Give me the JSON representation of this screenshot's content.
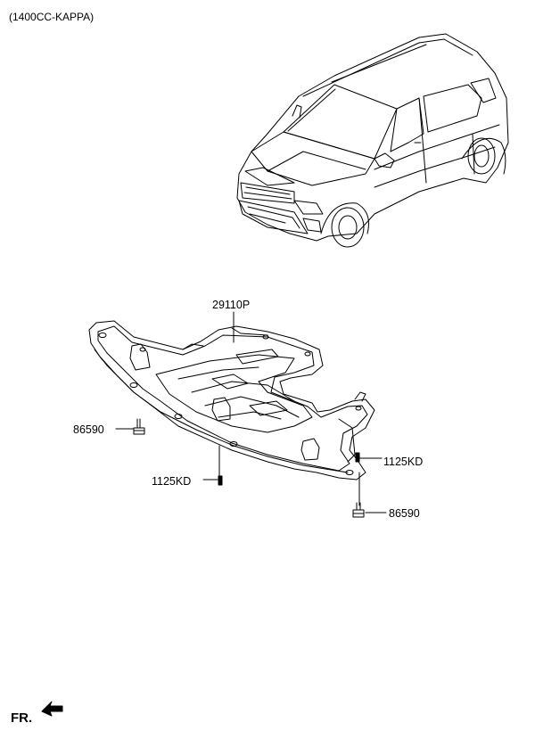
{
  "engine_caption": "(1400CC-KAPPA)",
  "parts": {
    "under_cover": "29110P",
    "bolt_left": "86590",
    "bolt_right": "86590",
    "screw_left": "1125KD",
    "screw_right": "1125KD"
  },
  "direction_label": "FR.",
  "colors": {
    "line": "#000000",
    "background": "#ffffff"
  }
}
